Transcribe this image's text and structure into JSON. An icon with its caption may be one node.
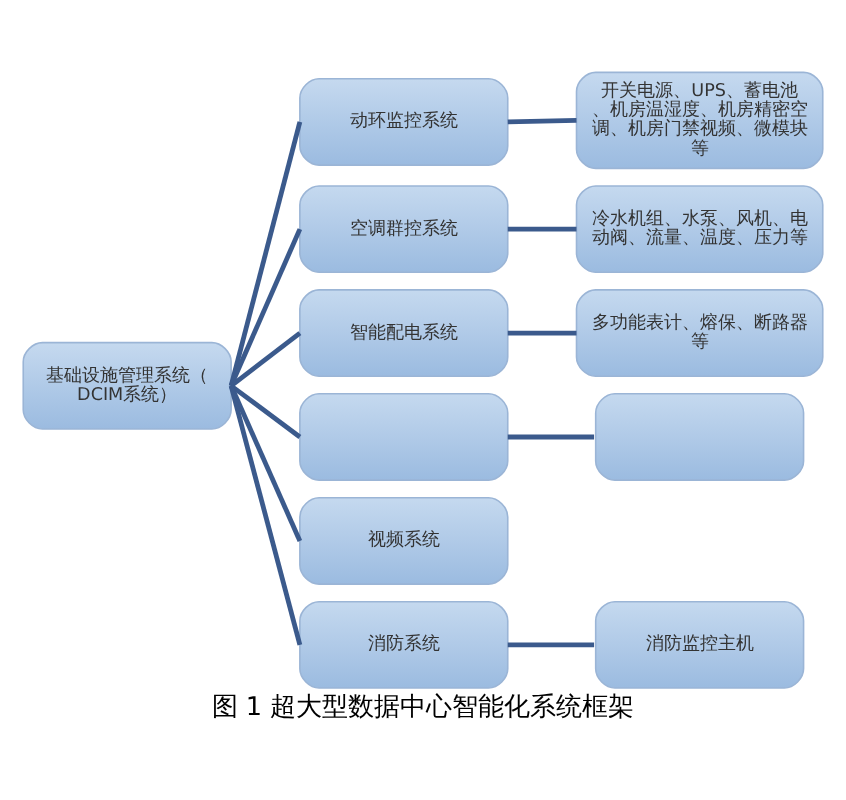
{
  "diagram": {
    "caption": "图 1 超大型数据中心智能化系统框架",
    "nodes": [
      {
        "text": [
          "基础设施管理系统（DCIM系统）"
        ]
      },
      {
        "text": [
          "动环监控系统"
        ]
      },
      {
        "text": [
          "开关电源、UPS、蓄电池、机房温湿度、机房精密空调、机房门禁视频、微模块等"
        ]
      },
      {
        "text": [
          "空调群控系统"
        ]
      },
      {
        "text": [
          "冷水机组、水泵、风机、电动阀、流量、温度、压力等"
        ]
      },
      {
        "text": [
          "智能配电系统"
        ]
      },
      {
        "text": [
          "多功能表计、熔保、断路器等"
        ]
      },
      {
        "text": [],
        "shape": "box"
      },
      {
        "text": [],
        "shape": "box"
      },
      {
        "text": [
          "视频系统"
        ]
      },
      {
        "text": [
          "消防系统"
        ]
      },
      {
        "text": [
          "消防监控主机"
        ]
      }
    ],
    "edges": [
      {
        "from": 0,
        "to": 1,
        "arrow": "none"
      },
      {
        "from": 0,
        "to": 3,
        "arrow": "none"
      },
      {
        "from": 0,
        "to": 5,
        "arrow": "none"
      },
      {
        "from": 0,
        "to": 7,
        "arrow": "none"
      },
      {
        "from": 0,
        "to": 9,
        "arrow": "none"
      },
      {
        "from": 0,
        "to": 10,
        "arrow": "none"
      },
      {
        "from": 1,
        "to": 2,
        "arrow": "none"
      },
      {
        "from": 3,
        "to": 4,
        "arrow": "none"
      },
      {
        "from": 5,
        "to": 6,
        "arrow": "none"
      },
      {
        "from": 7,
        "to": 8,
        "arrow": "none"
      },
      {
        "from": 10,
        "to": 11,
        "arrow": "none"
      }
    ]
  }
}
